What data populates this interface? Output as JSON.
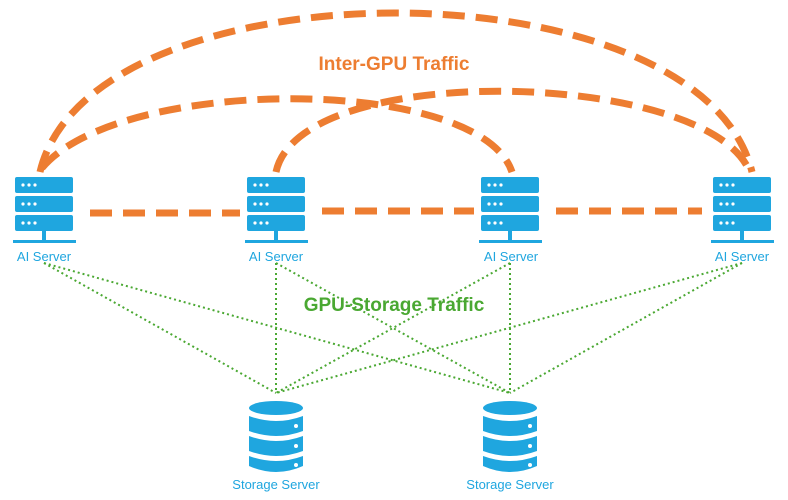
{
  "diagram": {
    "inter_gpu_label": "Inter-GPU Traffic",
    "gpu_storage_label": "GPU-Storage Traffic",
    "ai_servers": [
      {
        "label": "AI Server"
      },
      {
        "label": "AI Server"
      },
      {
        "label": "AI Server"
      },
      {
        "label": "AI Server"
      }
    ],
    "storage_servers": [
      {
        "label": "Storage Server"
      },
      {
        "label": "Storage Server"
      }
    ],
    "icons": {
      "ai_server": "server-rack-icon",
      "storage_server": "database-icon"
    },
    "colors": {
      "inter_gpu": "#ED7D31",
      "gpu_storage": "#4AA832",
      "server": "#1FA6DF",
      "label_text": "#1FA6DF"
    }
  }
}
